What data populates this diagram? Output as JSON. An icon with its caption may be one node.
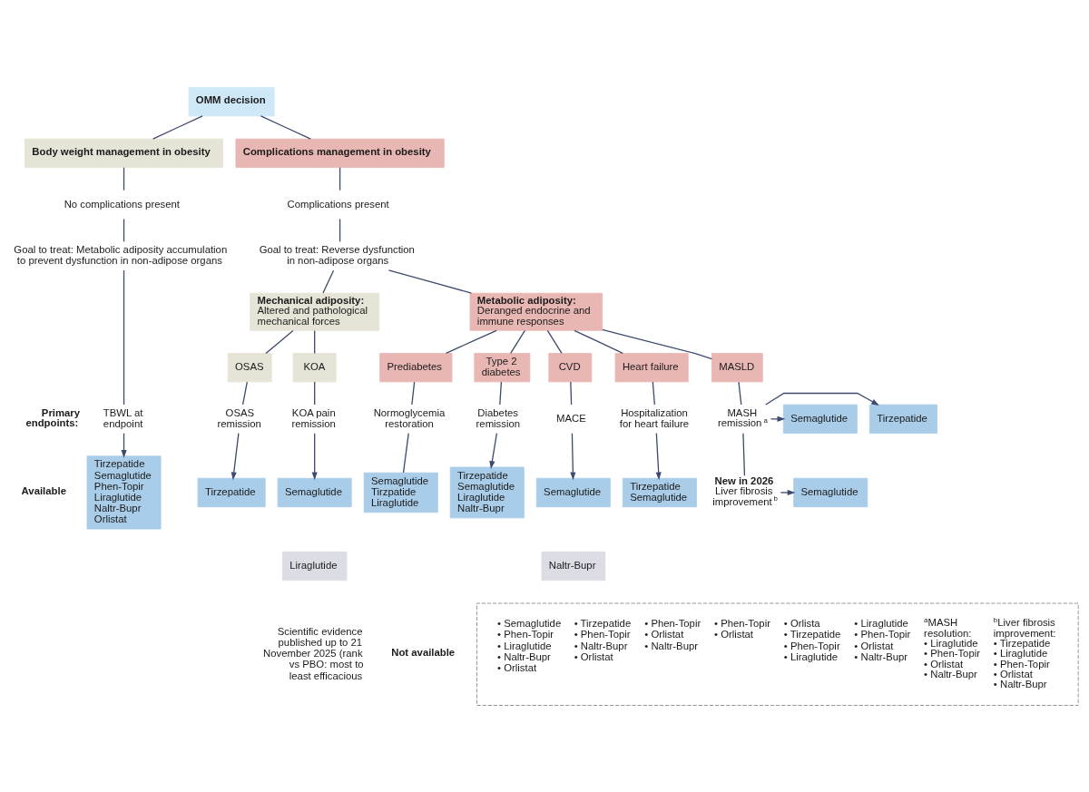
{
  "diagram": {
    "nodes": [
      {
        "text": [
          "OMM decision"
        ]
      },
      {
        "text": [
          "Body weight management in obesity"
        ]
      },
      {
        "text": [
          "Complications management in obesity"
        ]
      },
      {
        "text": [
          "No complications present"
        ]
      },
      {
        "text": [
          "Complications present"
        ]
      },
      {
        "text": [
          "Goal to treat: Metabolic adiposity accumulation to prevent dysfunction in non-adipose organs"
        ]
      },
      {
        "text": [
          "Goal to treat: Reverse dysfunction in non-adipose organs"
        ]
      },
      {
        "text": [
          "Mechanical adiposity:",
          "Altered and pathological mechanical forces"
        ]
      },
      {
        "text": [
          "Metabolic adiposity:",
          "Deranged endocrine and immune responses"
        ]
      },
      {
        "text": [
          "OSAS"
        ]
      },
      {
        "text": [
          "KOA"
        ]
      },
      {
        "text": [
          "Prediabetes"
        ]
      },
      {
        "text": [
          "Type 2 diabetes"
        ]
      },
      {
        "text": [
          "CVD"
        ]
      },
      {
        "text": [
          "Heart failure"
        ]
      },
      {
        "text": [
          "MASLD"
        ]
      },
      {
        "text": [
          "TBWL at endpoint"
        ]
      },
      {
        "text": [
          "OSAS remission"
        ]
      },
      {
        "text": [
          "KOA pain remission"
        ]
      },
      {
        "text": [
          "Normoglycemia restoration"
        ]
      },
      {
        "text": [
          "Diabetes remission"
        ]
      },
      {
        "text": [
          "MACE"
        ]
      },
      {
        "text": [
          "Hospitalization for heart failure"
        ]
      },
      {
        "text": [
          "MASH remission$^{a}$"
        ]
      },
      {
        "text": [
          "Semaglutide"
        ]
      },
      {
        "text": [
          "Tirzepatide"
        ]
      },
      {
        "text": [
          "Tirzepatide",
          "Semaglutide",
          "Phen-Topir",
          "Liraglutide",
          "Naltr-Bupr",
          "Orlistat"
        ]
      },
      {
        "text": [
          "Tirzepatide"
        ]
      },
      {
        "text": [
          "Semaglutide"
        ]
      },
      {
        "text": [
          "Liraglutide"
        ]
      },
      {
        "text": [
          "Semaglutide",
          "Tirzpatide",
          "Liraglutide"
        ]
      },
      {
        "text": [
          "Tirzepatide",
          "Semaglutide",
          "Liraglutide",
          "Naltr-Bupr"
        ]
      },
      {
        "text": [
          "Semaglutide"
        ]
      },
      {
        "text": [
          "Naltr-Bupr"
        ]
      },
      {
        "text": [
          "Tirzepatide",
          "Semaglutide"
        ]
      },
      {
        "text": [
          "New in 2026",
          "Liver fibrosis improvement$^{b}$"
        ]
      },
      {
        "text": [
          "Semaglutide"
        ]
      },
      {
        "text": [
          "• Semaglutide",
          "• Phen-Topir",
          "• Liraglutide",
          "• Naltr-Bupr",
          "• Orlistat",
          "• Tirzepatide",
          "• Phen-Topir",
          "• Naltr-Bupr",
          "• Orlistat",
          "• Phen-Topir",
          "• Orlistat",
          "• Naltr-Bupr",
          "• Phen-Topir",
          "• Orlistat",
          "• Orlista",
          "• Tirzepatide",
          "• Phen-Topir",
          "• Liraglutide",
          "• Liraglutide",
          "• Phen-Topir",
          "• Orlistat",
          "• Naltr-Bupr",
          "$^{a}$MASH resolution:",
          "• Liraglutide",
          "• Phen-Topir",
          "• Orlistat",
          "• Naltr-Bupr",
          "$^{b}$Liver fibrosis improvement:",
          "• Tirzepatide",
          "• Liraglutide",
          "• Phen-Topir",
          "• Orlistat",
          "• Naltr-Bupr"
        ]
      }
    ],
    "edges": [
      {
        "from": 0,
        "to": 1,
        "arrow": "none"
      },
      {
        "from": 0,
        "to": 2,
        "arrow": "none"
      },
      {
        "from": 1,
        "to": 3,
        "arrow": "none"
      },
      {
        "from": 2,
        "to": 4,
        "arrow": "none"
      },
      {
        "from": 3,
        "to": 5,
        "arrow": "none"
      },
      {
        "from": 4,
        "to": 6,
        "arrow": "none"
      },
      {
        "from": 6,
        "to": 7,
        "arrow": "none"
      },
      {
        "from": 6,
        "to": 8,
        "arrow": "none"
      },
      {
        "from": 7,
        "to": 9,
        "arrow": "none"
      },
      {
        "from": 7,
        "to": 10,
        "arrow": "none"
      },
      {
        "from": 8,
        "to": 11,
        "arrow": "none"
      },
      {
        "from": 8,
        "to": 12,
        "arrow": "none"
      },
      {
        "from": 8,
        "to": 13,
        "arrow": "none"
      },
      {
        "from": 8,
        "to": 14,
        "arrow": "none"
      },
      {
        "from": 8,
        "to": 15,
        "arrow": "none"
      },
      {
        "from": 5,
        "to": 16,
        "arrow": "none"
      },
      {
        "from": 9,
        "to": 17,
        "arrow": "none"
      },
      {
        "from": 10,
        "to": 18,
        "arrow": "none"
      },
      {
        "from": 11,
        "to": 19,
        "arrow": "none"
      },
      {
        "from": 12,
        "to": 20,
        "arrow": "none"
      },
      {
        "from": 13,
        "to": 21,
        "arrow": "none"
      },
      {
        "from": 14,
        "to": 22,
        "arrow": "none"
      },
      {
        "from": 15,
        "to": 23,
        "arrow": "none"
      },
      {
        "from": 23,
        "to": 24,
        "arrow": "to"
      },
      {
        "from": 23,
        "to": 25,
        "arrow": "to"
      },
      {
        "from": 16,
        "to": 26,
        "arrow": "to"
      },
      {
        "from": 17,
        "to": 27,
        "arrow": "to"
      },
      {
        "from": 18,
        "to": 28,
        "arrow": "to"
      },
      {
        "from": 19,
        "to": 30,
        "arrow": "none"
      },
      {
        "from": 20,
        "to": 31,
        "arrow": "to"
      },
      {
        "from": 21,
        "to": 32,
        "arrow": "to"
      },
      {
        "from": 22,
        "to": 34,
        "arrow": "to"
      },
      {
        "from": 23,
        "to": 35,
        "arrow": "none"
      },
      {
        "from": 35,
        "to": 36,
        "arrow": "to"
      }
    ],
    "labels": [
      "Primary endpoints:",
      "Available",
      "Scientific evidence published up to 21 November 2025 (rank vs PBO: most to least efficacious",
      "Not available"
    ]
  }
}
